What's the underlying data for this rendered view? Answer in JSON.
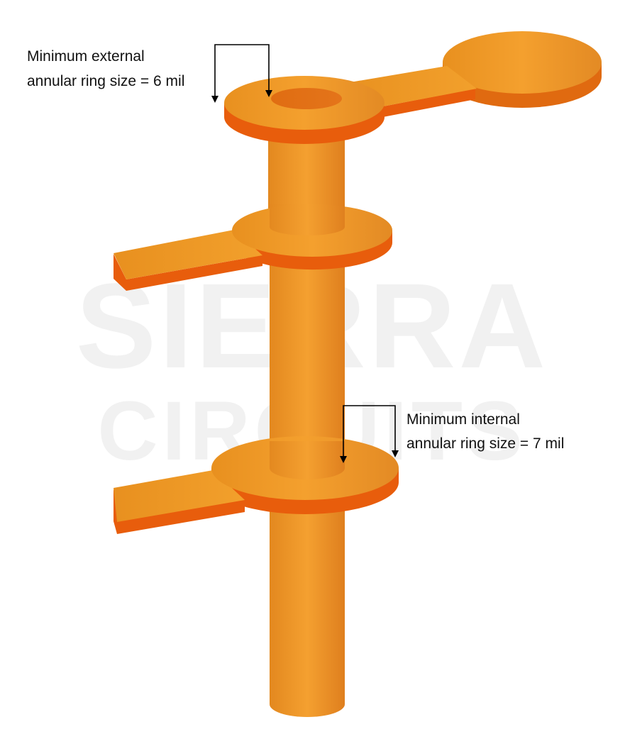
{
  "watermark": {
    "line1": "SIERRA",
    "line2": "CIRCUITS"
  },
  "labels": {
    "external": {
      "line1": "Minimum external",
      "line2": "annular ring size = 6 mil"
    },
    "internal": {
      "line1": "Minimum internal",
      "line2": "annular ring size = 7 mil"
    }
  },
  "colors": {
    "copper_light": "#f39c2a",
    "copper_mid": "#e88a24",
    "copper_dark": "#e06a10",
    "copper_edge": "#e85d0c",
    "arrow": "#000000"
  }
}
